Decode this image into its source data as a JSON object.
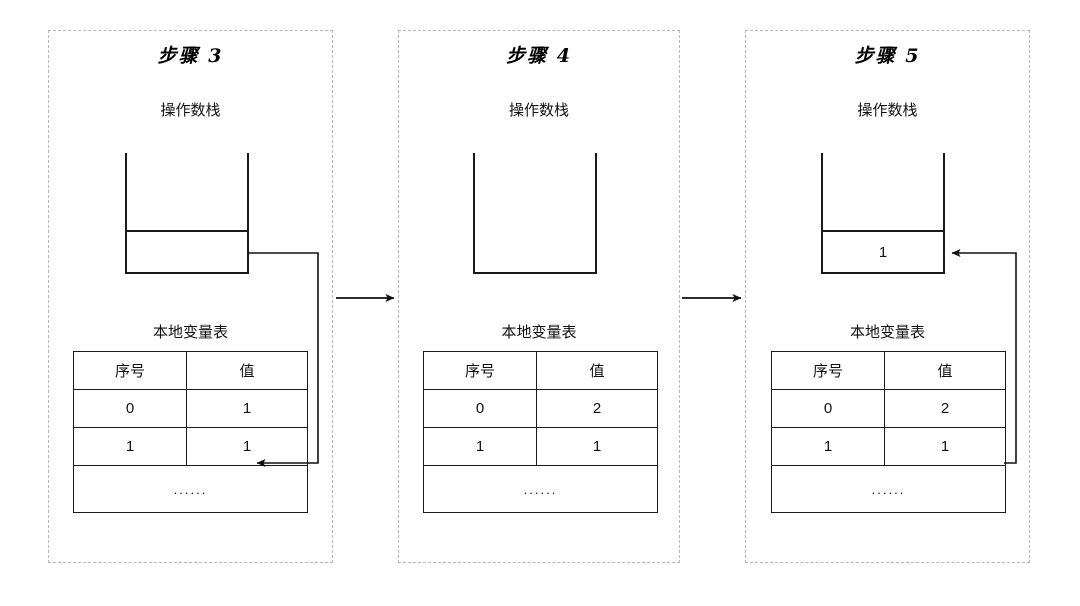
{
  "diagram": {
    "background": "#ffffff",
    "line_color": "#1a1a1a",
    "panel_border_color": "#b8b8b8"
  },
  "labels": {
    "operand_stack": "操作数栈",
    "local_variable_table": "本地变量表",
    "header_index": "序号",
    "header_value": "值",
    "ellipsis": "......"
  },
  "panels": [
    {
      "id": "step-3",
      "title": "步骤 3",
      "stack": {
        "label": "操作数栈",
        "slots": [
          {
            "value": "",
            "filled": true
          }
        ]
      },
      "table": {
        "label": "本地变量表",
        "headers": [
          "序号",
          "值"
        ],
        "rows": [
          {
            "index": "0",
            "value": "1"
          },
          {
            "index": "1",
            "value": "1"
          }
        ],
        "ellipsis": "......"
      },
      "connector": {
        "direction": "stack-to-table",
        "from": "operand-stack-top-slot",
        "to": "local-variable-row-1"
      }
    },
    {
      "id": "step-4",
      "title": "步骤 4",
      "stack": {
        "label": "操作数栈",
        "slots": []
      },
      "table": {
        "label": "本地变量表",
        "headers": [
          "序号",
          "值"
        ],
        "rows": [
          {
            "index": "0",
            "value": "2"
          },
          {
            "index": "1",
            "value": "1"
          }
        ],
        "ellipsis": "......"
      },
      "connector": null
    },
    {
      "id": "step-5",
      "title": "步骤 5",
      "stack": {
        "label": "操作数栈",
        "slots": [
          {
            "value": "1",
            "filled": true
          }
        ]
      },
      "table": {
        "label": "本地变量表",
        "headers": [
          "序号",
          "值"
        ],
        "rows": [
          {
            "index": "0",
            "value": "2"
          },
          {
            "index": "1",
            "value": "1"
          }
        ],
        "ellipsis": "......"
      },
      "connector": {
        "direction": "table-to-stack",
        "from": "local-variable-row-1",
        "to": "operand-stack-top-slot"
      }
    }
  ],
  "flow_arrows": [
    {
      "id": "arrow-step3-step4",
      "from": "step-3",
      "to": "step-4"
    },
    {
      "id": "arrow-step4-step5",
      "from": "step-4",
      "to": "step-5"
    }
  ]
}
